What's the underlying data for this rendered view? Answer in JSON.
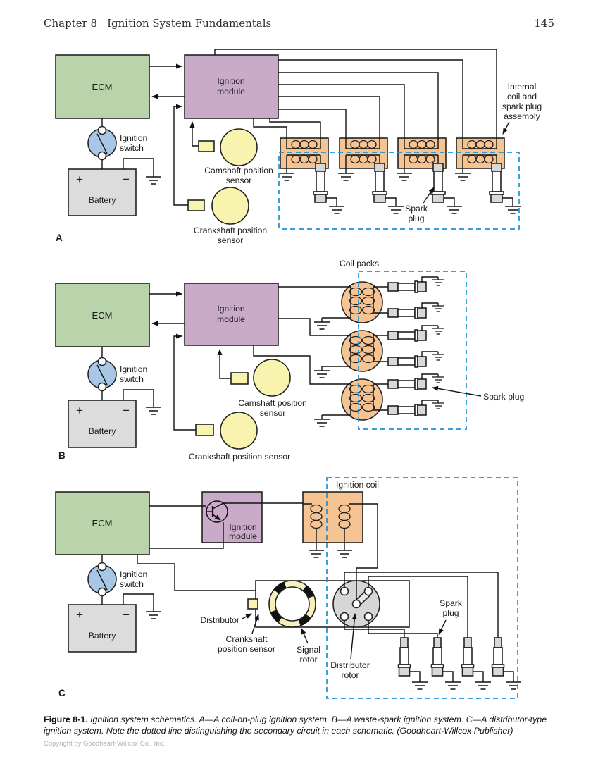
{
  "header": {
    "chapter": "Chapter 8",
    "title": "Ignition System Fundamentals",
    "page_number": "145"
  },
  "colors": {
    "ecm_green": "#b9d3ab",
    "module_purple": "#c9aac9",
    "switch_blue": "#a8c6e5",
    "sensor_yellow": "#f8f3ae",
    "coil_orange": "#f6c493",
    "battery_gray": "#dcdcdc",
    "plug_gray": "#d8d8d8",
    "plug_white": "#ffffff",
    "secondary_dashed_blue": "#1e8fd5",
    "rotor_ring_yellow": "#f7f0bc",
    "cap_gray": "#d6d6d6"
  },
  "a": {
    "panel": "A",
    "ecm": "ECM",
    "im1": "Ignition",
    "im2": "module",
    "sw1": "Ignition",
    "sw2": "switch",
    "plus": "+",
    "minus": "−",
    "battery": "Battery",
    "cam1": "Camshaft position",
    "cam2": "sensor",
    "crank1": "Crankshaft position",
    "crank2": "sensor",
    "asm1": "Internal",
    "asm2": "coil and",
    "asm3": "spark plug",
    "asm4": "assembly",
    "sp1": "Spark",
    "sp2": "plug"
  },
  "b": {
    "panel": "B",
    "ecm": "ECM",
    "im1": "Ignition",
    "im2": "module",
    "sw1": "Ignition",
    "sw2": "switch",
    "plus": "+",
    "minus": "−",
    "battery": "Battery",
    "coilpacks": "Coil packs",
    "cam1": "Camshaft position",
    "cam2": "sensor",
    "crank": "Crankshaft position sensor",
    "spark": "Spark plug"
  },
  "c": {
    "panel": "C",
    "ecm": "ECM",
    "im1": "Ignition",
    "im2": "module",
    "sw1": "Ignition",
    "sw2": "switch",
    "plus": "+",
    "minus": "−",
    "battery": "Battery",
    "igncoil": "Ignition coil",
    "dist": "Distributor",
    "crank1": "Crankshaft",
    "crank2": "position sensor",
    "sig1": "Signal",
    "sig2": "rotor",
    "dr1": "Distributor",
    "dr2": "rotor",
    "sp1": "Spark",
    "sp2": "plug"
  },
  "caption": {
    "label": "Figure 8-1.",
    "body": " Ignition system schematics. A—A coil-on-plug ignition system. B—A waste-spark ignition system. C—A distributor-type ignition system. Note the dotted line distinguishing the secondary circuit in each schematic. ",
    "credit": "(Goodheart-Willcox Publisher)"
  },
  "copyright": "Copyright by Goodheart-Willcox Co., Inc."
}
